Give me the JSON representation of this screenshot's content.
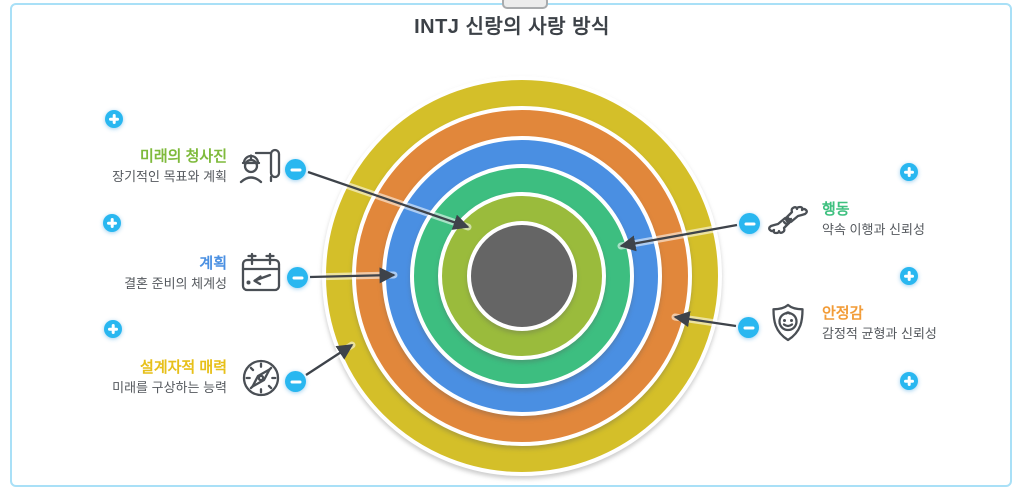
{
  "title": "INTJ 신랑의 사랑 방식",
  "rings": {
    "colors": [
      "#D4BF29",
      "#E1873B",
      "#4A8FE2",
      "#3DBE80",
      "#9ABB3C"
    ],
    "core_color": "#656565"
  },
  "items": [
    {
      "title": "미래의 청사진",
      "subtitle": "장기적인 목표와 계획",
      "color": "#7FBA3C",
      "icon": "engineer-blueprint-icon",
      "side": "left"
    },
    {
      "title": "계획",
      "subtitle": "결혼 준비의 체계성",
      "color": "#4A90E2",
      "icon": "calendar-arrow-icon",
      "side": "left"
    },
    {
      "title": "설계자적 매력",
      "subtitle": "미래를 구상하는 능력",
      "color": "#E7C019",
      "icon": "compass-icon",
      "side": "left"
    },
    {
      "title": "행동",
      "subtitle": "약속 이행과 신뢰성",
      "color": "#3EC07F",
      "icon": "handshake-icon",
      "side": "right"
    },
    {
      "title": "안정감",
      "subtitle": "감정적 균형과 신뢰성",
      "color": "#F29C38",
      "icon": "shield-face-icon",
      "side": "right"
    }
  ],
  "controls": {
    "accent_color": "#29B7F0",
    "plus_button_count": 6,
    "minus_button_count": 5
  }
}
